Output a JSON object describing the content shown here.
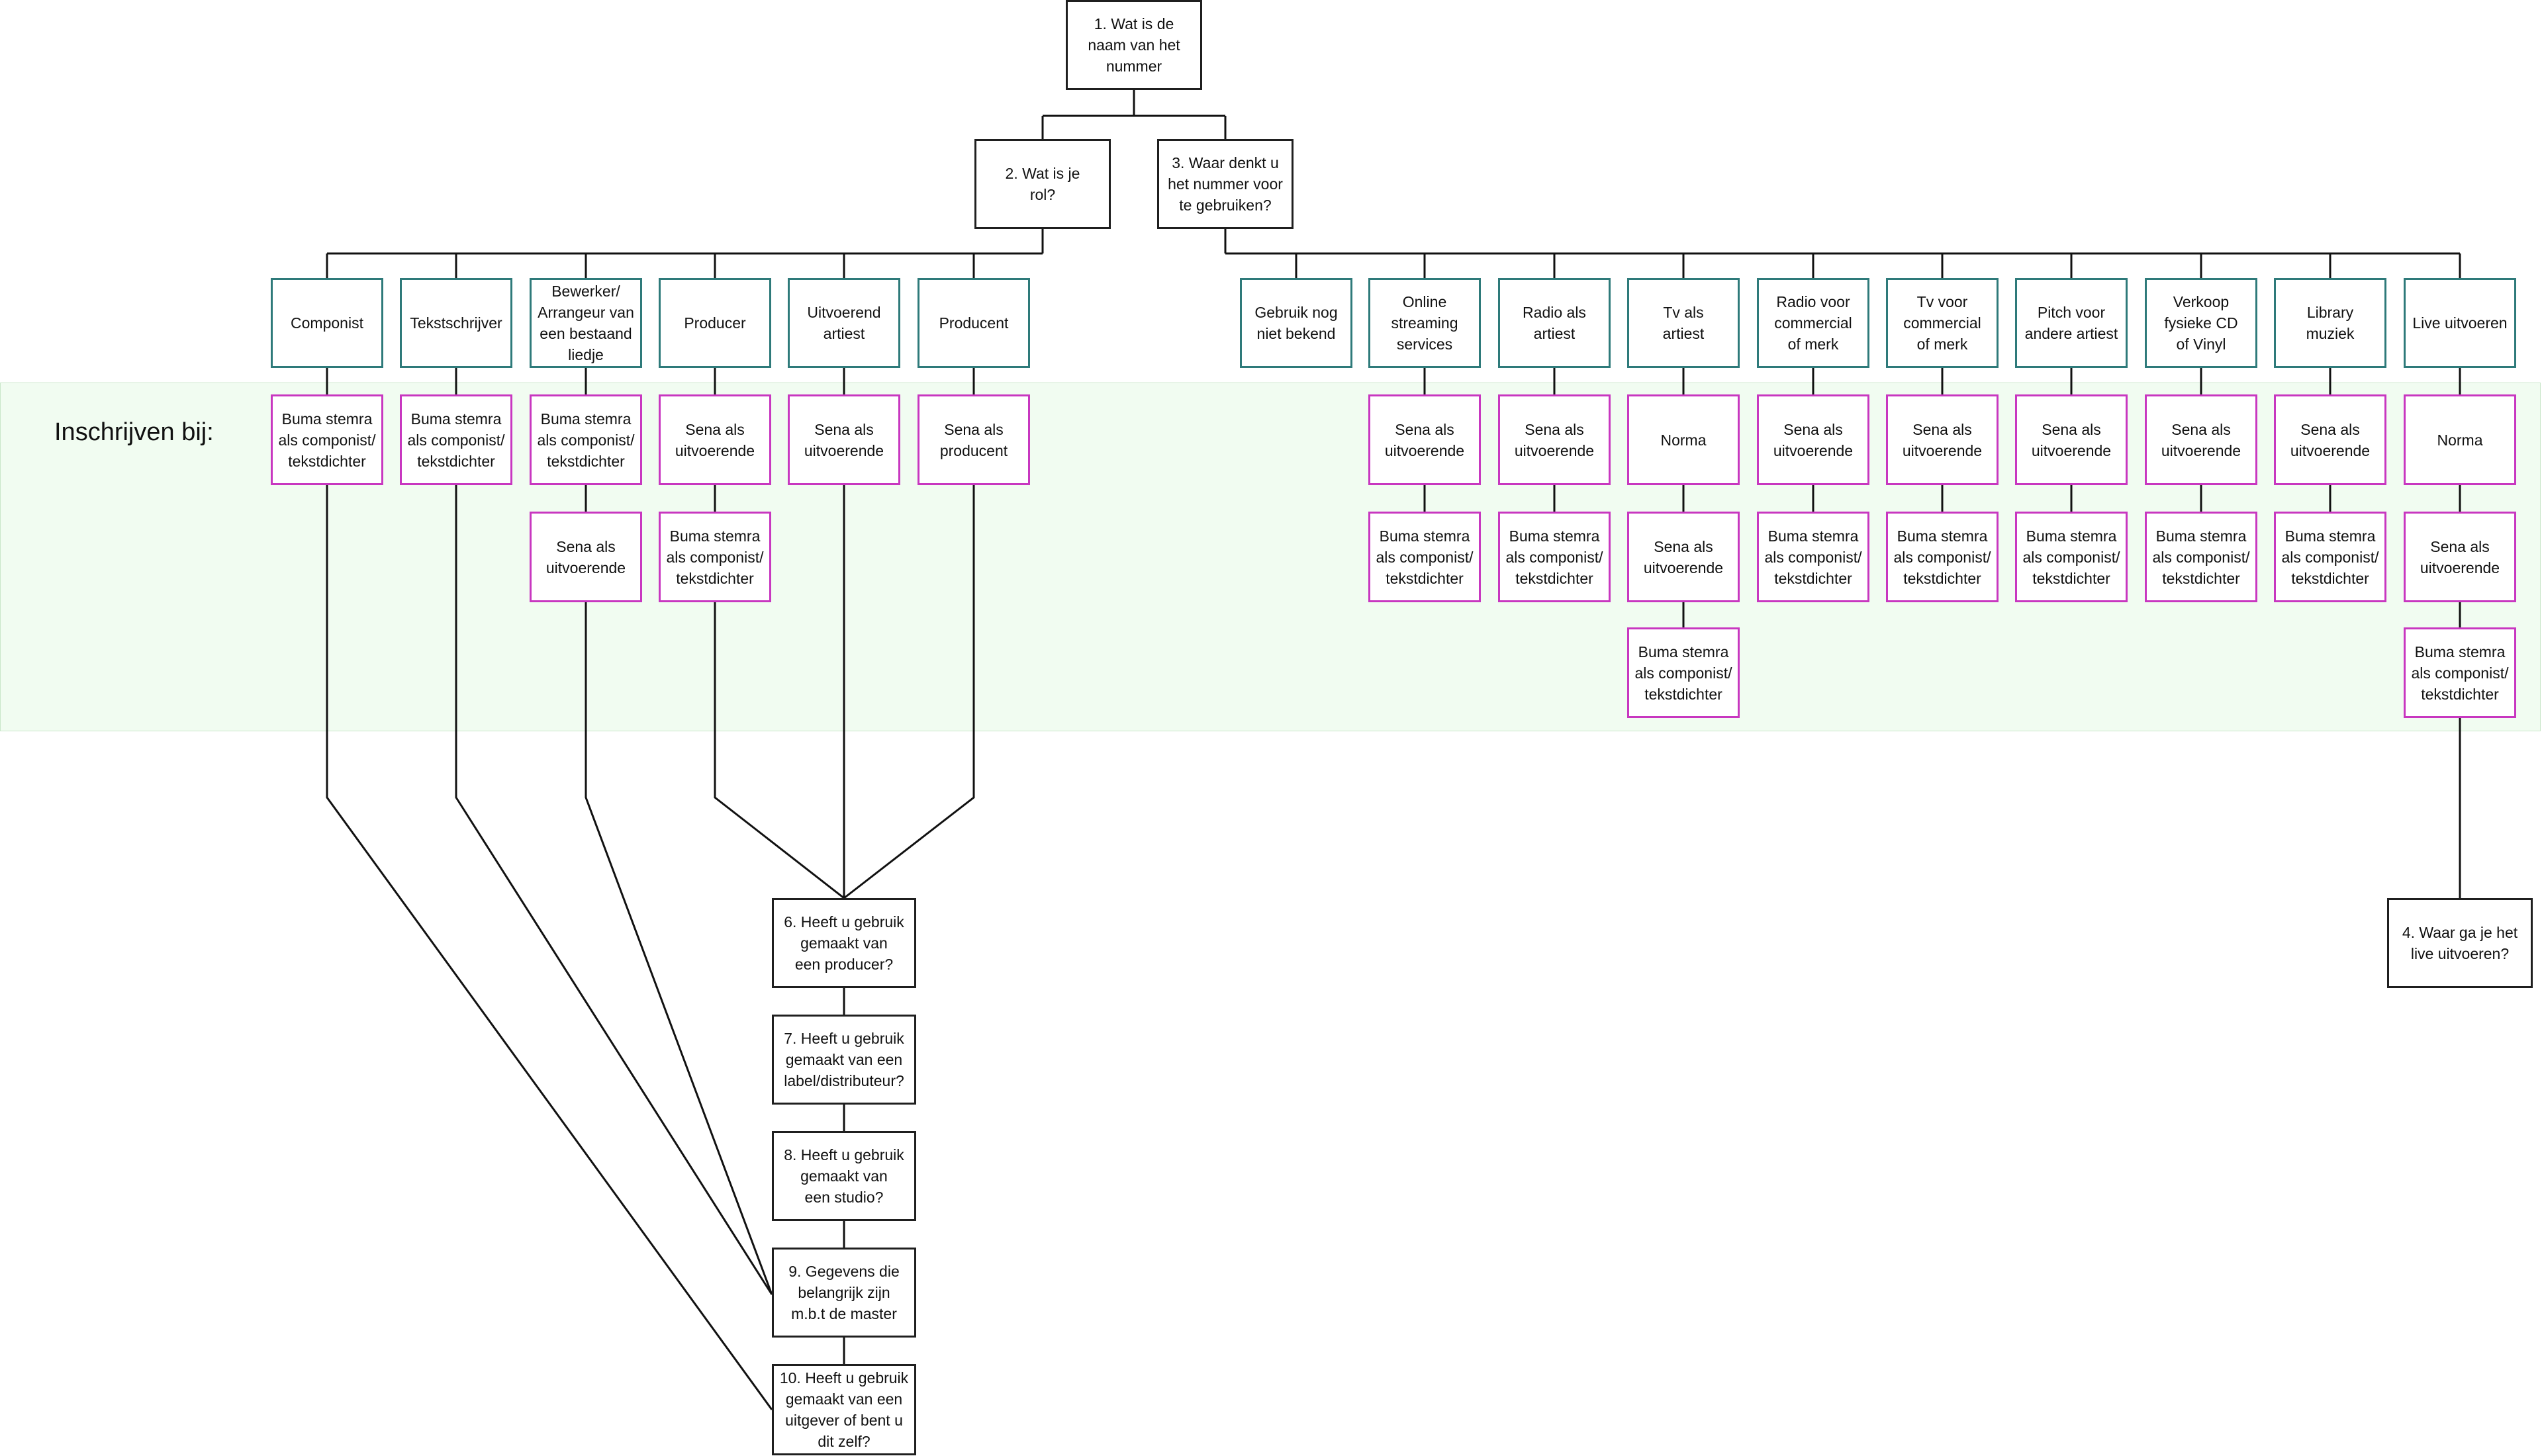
{
  "band_label": "Inschrijven bij:",
  "questions": {
    "q1": "1. Wat is de\nnaam van het\nnummer",
    "q2": "2. Wat is je\nrol?",
    "q3": "3. Waar denkt u\nhet nummer voor\nte gebruiken?",
    "q4": "4. Waar ga je het\nlive uitvoeren?",
    "q6": "6. Heeft u gebruik\ngemaakt van\neen producer?",
    "q7": "7. Heeft u gebruik\ngemaakt van een\nlabel/distributeur?",
    "q8": "8. Heeft u gebruik\ngemaakt van\neen studio?",
    "q9": "9. Gegevens die\nbelangrijk zijn\nm.b.t de master",
    "q10": "10. Heeft u gebruik\ngemaakt van een\nuitgever of bent u\ndit zelf?"
  },
  "roles": {
    "componist": "Componist",
    "tekstschrijver": "Tekstschrijver",
    "bewerker": "Bewerker/\nArrangeur van\neen bestaand\nliedje",
    "producer": "Producer",
    "uitvoerend": "Uitvoerend\nartiest",
    "producent": "Producent"
  },
  "usages": {
    "nog_niet": "Gebruik nog\nniet bekend",
    "streaming": "Online\nstreaming\nservices",
    "radio_artiest": "Radio als\nartiest",
    "tv_artiest": "Tv als\nartiest",
    "radio_merk": "Radio voor\ncommercial\nof merk",
    "tv_merk": "Tv voor\ncommercial\nof merk",
    "pitch": "Pitch voor\nandere artiest",
    "verkoop": "Verkoop\nfysieke CD\nof Vinyl",
    "library": "Library\nmuziek",
    "live": "Live uitvoeren"
  },
  "registrations": {
    "buma": "Buma stemra\nals componist/\ntekstdichter",
    "sena_uitvoerende": "Sena als\nuitvoerende",
    "sena_producent": "Sena als\nproducent",
    "norma": "Norma"
  },
  "colors": {
    "question_border": "#1f1f1f",
    "option_border": "#2e7a7a",
    "registration_border": "#c837c0",
    "band_fill": "#f1fcf1",
    "connector": "#111111"
  }
}
